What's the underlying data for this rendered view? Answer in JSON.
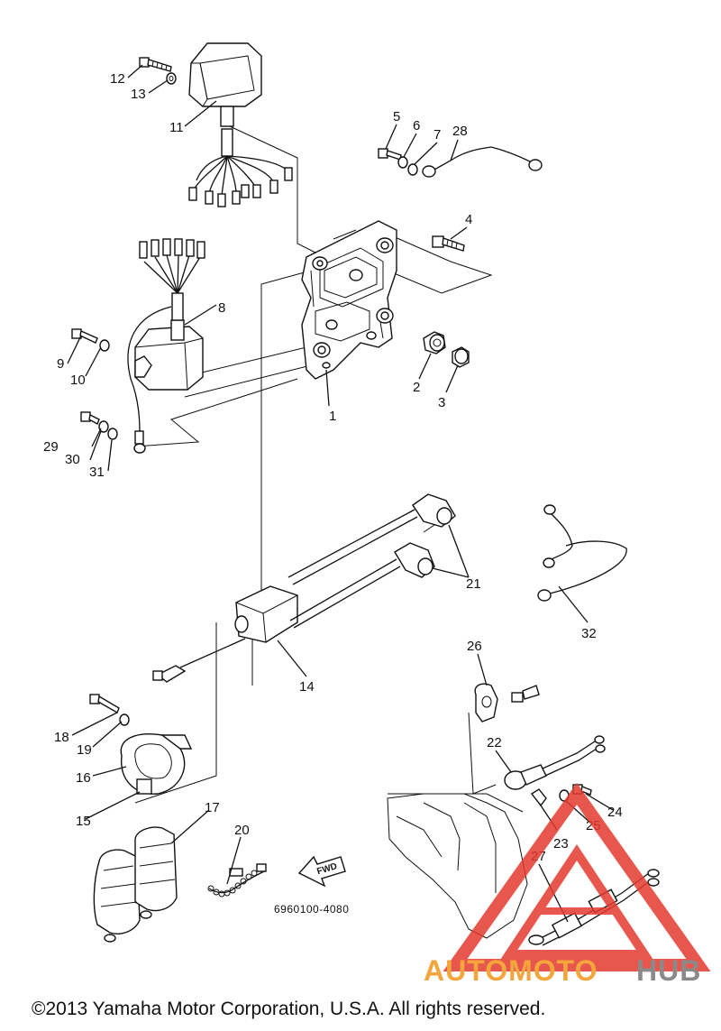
{
  "diagram": {
    "part_number": "6960100-4080",
    "fwd_label": "FWD",
    "copyright": "©2013 Yamaha Motor Corporation, U.S.A. All rights reserved.",
    "watermark": {
      "word_a": "AUTOMOTO",
      "word_b": "HUB",
      "color_a": "#F4A53B",
      "color_b": "#8A8A8A",
      "mark_color": "#E43A2F"
    },
    "callouts": {
      "c1": "1",
      "c2": "2",
      "c3": "3",
      "c4": "4",
      "c5": "5",
      "c6": "6",
      "c7": "7",
      "c8": "8",
      "c9": "9",
      "c10": "10",
      "c11": "11",
      "c12": "12",
      "c13": "13",
      "c14": "14",
      "c15": "15",
      "c16": "16",
      "c17": "17",
      "c18": "18",
      "c19": "19",
      "c20": "20",
      "c21": "21",
      "c22": "22",
      "c23": "23",
      "c24": "24",
      "c25": "25",
      "c26": "26",
      "c27": "27",
      "c28": "28",
      "c29": "29",
      "c30": "30",
      "c31": "31",
      "c32": "32"
    }
  }
}
